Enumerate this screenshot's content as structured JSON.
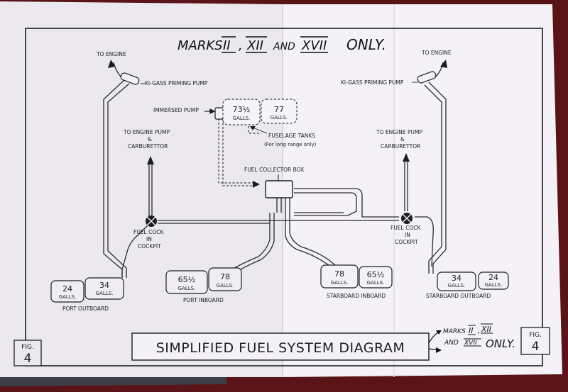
{
  "header": {
    "note_marks": "MARKS",
    "note_mark_a": "II",
    "note_comma": ",",
    "note_mark_b": "XII",
    "note_and": "AND",
    "note_mark_c": "XVII",
    "note_only": "ONLY."
  },
  "labels": {
    "to_engine_left": "TO ENGINE",
    "to_engine_right": "TO ENGINE",
    "ki_gass_left": "KI-GASS PRIMING PUMP",
    "ki_gass_right": "KI-GASS PRIMING PUMP",
    "immersed_pump": "IMMERSED PUMP",
    "fuselage_tanks": "FUSELAGE TANKS",
    "fuselage_tanks_note": "(For long range only)",
    "fuel_collector_box": "FUEL COLLECTOR BOX",
    "engine_pump_left_1": "TO ENGINE PUMP",
    "engine_pump_left_2": "&",
    "engine_pump_left_3": "CARBURETTOR",
    "engine_pump_right_1": "TO ENGINE PUMP",
    "engine_pump_right_2": "&",
    "engine_pump_right_3": "CARBURETTOR",
    "cock_left_1": "FUEL COCK",
    "cock_left_2": "IN",
    "cock_left_3": "COCKPIT",
    "cock_right_1": "FUEL COCK",
    "cock_right_2": "IN",
    "cock_right_3": "COCKPIT",
    "port_outboard": "PORT OUTBOARD",
    "port_inboard": "PORT INBOARD",
    "starboard_inboard": "STARBOARD INBOARD",
    "starboard_outboard": "STARBOARD OUTBOARD"
  },
  "tanks": {
    "fuselage_lower": {
      "value": "73½",
      "unit": "GALLS."
    },
    "fuselage_upper": {
      "value": "77",
      "unit": "GALLS."
    },
    "port_outer": {
      "value": "24",
      "unit": "GALLS."
    },
    "port_mid": {
      "value": "34",
      "unit": "GALLS."
    },
    "port_in_a": {
      "value": "65½",
      "unit": "GALLS."
    },
    "port_in_b": {
      "value": "78",
      "unit": "GALLS."
    },
    "stbd_in_a": {
      "value": "78",
      "unit": "GALLS."
    },
    "stbd_in_b": {
      "value": "65½",
      "unit": "GALLS."
    },
    "stbd_mid": {
      "value": "34",
      "unit": "GALLS."
    },
    "stbd_outer": {
      "value": "24",
      "unit": "GALLS."
    }
  },
  "title": "SIMPLIFIED FUEL SYSTEM DIAGRAM",
  "figure_left": {
    "label": "FIG.",
    "number": "4"
  },
  "figure_right": {
    "label": "FIG.",
    "number": "4"
  },
  "footer_note": {
    "line1_a": "MARKS",
    "line1_b": "II",
    "line1_c": ",",
    "line1_d": "XII",
    "line2_a": "AND",
    "line2_b": "XVII",
    "line2_c": "ONLY."
  },
  "colors": {
    "background": "#5a1418",
    "paper_left": "#ece9ee",
    "paper_right": "#f4f2f6",
    "ink": "#1d1d20",
    "pipe": "#2a2a2e",
    "dashed": "#3a3a3e"
  }
}
